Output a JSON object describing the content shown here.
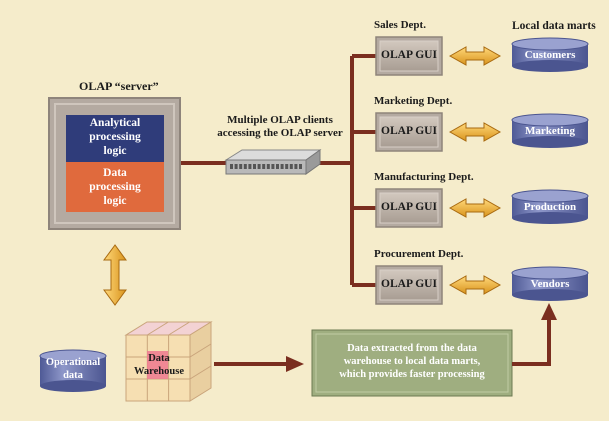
{
  "server": {
    "title": "OLAP “server”",
    "analytical": [
      "Analytical",
      "processing",
      "logic"
    ],
    "data": [
      "Data",
      "processing",
      "logic"
    ]
  },
  "clients_caption": [
    "Multiple OLAP clients",
    "accessing the OLAP server"
  ],
  "local_marts_header": "Local data marts",
  "departments": [
    {
      "name": "Sales Dept.",
      "gui": "OLAP GUI",
      "mart": "Customers"
    },
    {
      "name": "Marketing Dept.",
      "gui": "OLAP GUI",
      "mart": "Marketing"
    },
    {
      "name": "Manufacturing Dept.",
      "gui": "OLAP GUI",
      "mart": "Production"
    },
    {
      "name": "Procurement Dept.",
      "gui": "OLAP GUI",
      "mart": "Vendors"
    }
  ],
  "operational_data": [
    "Operational",
    "data"
  ],
  "warehouse": [
    "Data",
    "Warehouse"
  ],
  "extract_box": [
    "Data extracted from the data",
    "warehouse to local data marts,",
    "which provides faster processing"
  ],
  "colors": {
    "background": "#f5eccb",
    "connector": "#7a2e1f",
    "server_frame": "#b4aaa1",
    "analytical": "#2f3c7a",
    "data_logic": "#e06a3d",
    "cylinder": "#7f88bd",
    "arrow": "#f1b236",
    "extract_box": "#9fae80"
  }
}
